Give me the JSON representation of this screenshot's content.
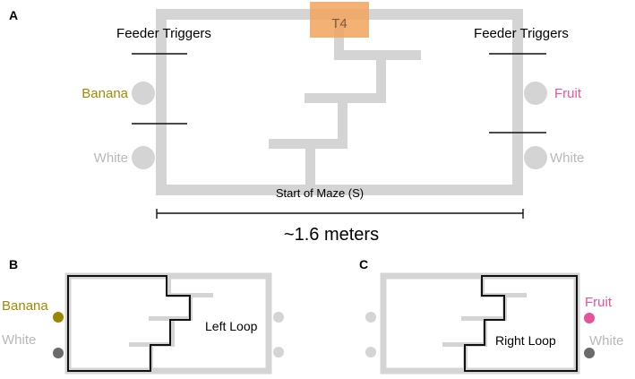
{
  "colors": {
    "maze_track": "#d4d4d4",
    "path_line": "#111111",
    "banana": "#a08a00",
    "banana_dot": "#9a8600",
    "fruit": "#e8529a",
    "white_label": "#b8b8b8",
    "white_dot_dark": "#6a6a6a",
    "highlight": "#f2a35e"
  },
  "panel_a": {
    "letter": "A",
    "feeder_triggers_left": "Feeder Triggers",
    "feeder_triggers_right": "Feeder Triggers",
    "banana_label": "Banana",
    "white_left_label": "White",
    "fruit_label": "Fruit",
    "white_right_label": "White",
    "t4_label": "T4",
    "start_label": "Start of Maze (S)",
    "scale_label": "~1.6 meters"
  },
  "panel_b": {
    "letter": "B",
    "banana_label": "Banana",
    "white_label": "White",
    "loop_label": "Left Loop"
  },
  "panel_c": {
    "letter": "C",
    "fruit_label": "Fruit",
    "white_label": "White",
    "loop_label": "Right Loop"
  }
}
